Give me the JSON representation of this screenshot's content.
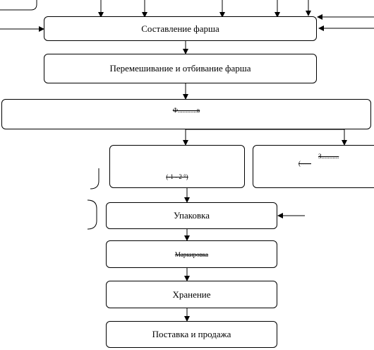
{
  "steps": {
    "composition": "Составление фарша",
    "mixing": "Перемешивание и отбивание фарша",
    "forming": "Ф............в",
    "freezing_left": "(-1 - 2 °)",
    "freezing_right": "З...........",
    "freezing_right_sub": "(-----",
    "packing": "Упаковка",
    "labeling": "Маркировка",
    "storage": "Хранение",
    "delivery": "Поставка и продажа"
  }
}
